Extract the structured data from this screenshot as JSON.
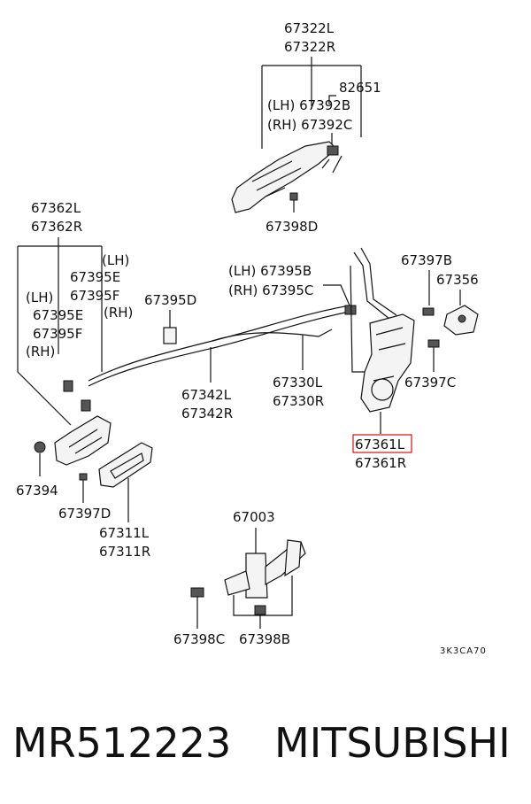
{
  "labels": {
    "p67322L": "67322L",
    "p67322R": "67322R",
    "p82651": "82651",
    "p67392B": "(LH) 67392B",
    "p67392C": "(RH) 67392C",
    "p67398D": "67398D",
    "p67362L": "67362L",
    "p67362R": "67362R",
    "lh1": "(LH)",
    "p67395E_a": "67395E",
    "p67395F_a": "67395F",
    "rh1": "(RH)",
    "lh2": "(LH)",
    "p67395E_b": "67395E",
    "p67395F_b": "67395F",
    "rh2": "(RH)",
    "p67395D": "67395D",
    "p67395B": "(LH) 67395B",
    "p67395C": "(RH) 67395C",
    "p67397B": "67397B",
    "p67356": "67356",
    "p67397C": "67397C",
    "p67342L": "67342L",
    "p67342R": "67342R",
    "p67330L": "67330L",
    "p67330R": "67330R",
    "p67361L": "67361L",
    "p67361R": "67361R",
    "p67394": "67394",
    "p67397D": "67397D",
    "p67311L": "67311L",
    "p67311R": "67311R",
    "p67003": "67003",
    "p67398C": "67398C",
    "p67398B": "67398B",
    "code": "3K3CA70"
  },
  "footer": {
    "part_number": "MR512223",
    "brand": "MITSUBISHI"
  },
  "colors": {
    "highlight": "#e02020",
    "ink": "#111111"
  }
}
